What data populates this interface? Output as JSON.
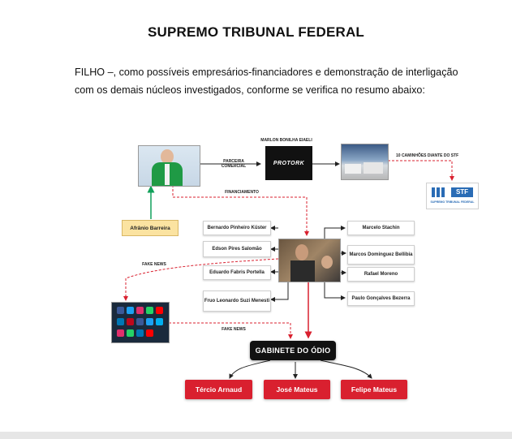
{
  "page": {
    "title": "SUPREMO TRIBUNAL FEDERAL",
    "paragraph_line1": "FILHO –, como possíveis empresários-financiadores e demonstração de interligação",
    "paragraph_line2": "com os demais núcleos investigados, conforme se verifica no resumo abaixo:"
  },
  "diagram": {
    "top": {
      "company_person": "MARLON BONILHA EIAELI",
      "company_logo": "PROTORK",
      "parceria": "PARCEIRA COMERCIAL",
      "caminhoes": "10 CAMINHÕES DIANTE DO STF",
      "financiamento": "FINANCIAMENTO",
      "stf_logo": "STF",
      "stf_caption": "SUPREMO TRIBUNAL FEDERAL"
    },
    "afranio": "Afrânio Barreira",
    "left_names": [
      "Bernardo Pinheiro Küster",
      "Edson Pires Salomão",
      "Eduardo Fabris Portella",
      "Fruo Leonardo Suzi Menesti"
    ],
    "right_names": [
      "Marcelo Stachin",
      "Marcos Dominguez Bellibia",
      "Rafael Moreno",
      "Paulo Gonçalves Bezerra"
    ],
    "fake_news_1": "FAKE NEWS",
    "fake_news_2": "FAKE NEWS",
    "gabinete": "GABINETE DO ÓDIO",
    "bottom_names": [
      "Tércio Arnaud",
      "José Mateus",
      "Felipe Mateus"
    ]
  }
}
